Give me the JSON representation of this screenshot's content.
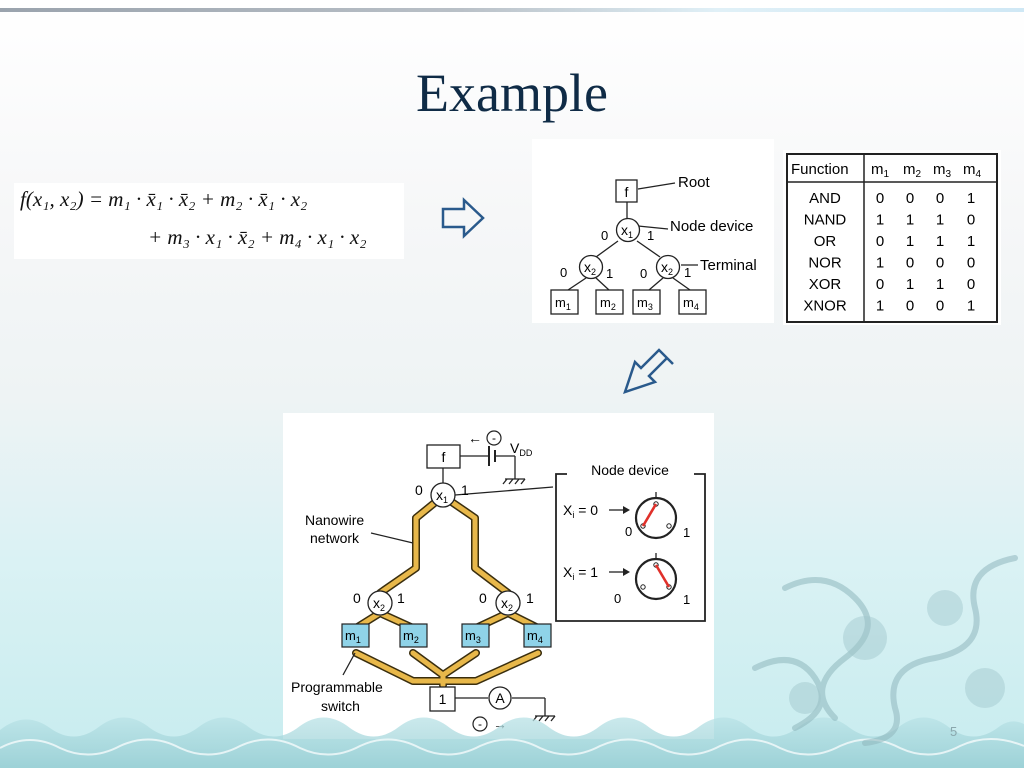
{
  "slide": {
    "title": "Example",
    "number": "5"
  },
  "formula": {
    "line1": "f(x₁, x₂) = m₁ · x̄₁ · x̄₂ + m₂ · x̄₁ · x₂",
    "line2": "+ m₃ · x₁ · x̄₂ + m₄ · x₁ · x₂"
  },
  "arrows": {
    "right": "arrow-right-outline-icon",
    "down_left": "arrow-down-left-outline-icon"
  },
  "tree": {
    "root_node": "f",
    "x1": "x",
    "x1_sub": "1",
    "x2": "x",
    "x2_sub": "2",
    "edge0": "0",
    "edge1": "1",
    "terminals": [
      {
        "m": "m",
        "sub": "1"
      },
      {
        "m": "m",
        "sub": "2"
      },
      {
        "m": "m",
        "sub": "3"
      },
      {
        "m": "m",
        "sub": "4"
      }
    ],
    "label_root": "Root",
    "label_node": "Node device",
    "label_terminal": "Terminal"
  },
  "truth_table": {
    "header": {
      "function": "Function",
      "m": "m",
      "cols": [
        "1",
        "2",
        "3",
        "4"
      ]
    },
    "rows": [
      {
        "fn": "AND",
        "values": [
          "0",
          "0",
          "0",
          "1"
        ]
      },
      {
        "fn": "NAND",
        "values": [
          "1",
          "1",
          "1",
          "0"
        ]
      },
      {
        "fn": "OR",
        "values": [
          "0",
          "1",
          "1",
          "1"
        ]
      },
      {
        "fn": "NOR",
        "values": [
          "1",
          "0",
          "0",
          "0"
        ]
      },
      {
        "fn": "XOR",
        "values": [
          "0",
          "1",
          "1",
          "0"
        ]
      },
      {
        "fn": "XNOR",
        "values": [
          "1",
          "0",
          "0",
          "1"
        ]
      }
    ]
  },
  "circuit": {
    "f_box": "f",
    "minus": "-",
    "arrow_left": "←",
    "arrow_right": "→",
    "vdd": "V",
    "vdd_sub": "DD",
    "x1": "x",
    "x1_sub": "1",
    "x2": "x",
    "x2_sub": "2",
    "zero": "0",
    "one": "1",
    "nanowire_1": "Nanowire",
    "nanowire_2": "network",
    "switches": [
      {
        "m": "m",
        "sub": "1"
      },
      {
        "m": "m",
        "sub": "2"
      },
      {
        "m": "m",
        "sub": "3"
      },
      {
        "m": "m",
        "sub": "4"
      }
    ],
    "prog_1": "Programmable",
    "prog_2": "switch",
    "output_box": "1",
    "ammeter": "A",
    "node_device_label": "Node device",
    "xi_0": "X",
    "xi_0_sub": "i",
    "xi_0_tail": " = 0",
    "xi_1": "X",
    "xi_1_sub": "i",
    "xi_1_tail": " = 1",
    "wire_color": "#e8b84a",
    "switch_color": "#8fd3e8",
    "needle_color": "#e0302a"
  },
  "colors": {
    "title": "#0f2b46",
    "arrow": "#2a5a8c"
  }
}
